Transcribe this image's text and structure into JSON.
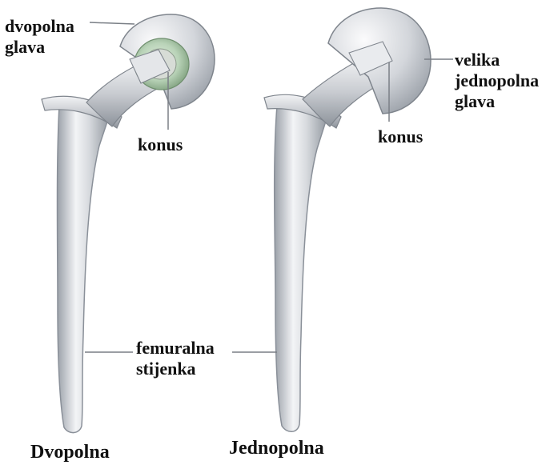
{
  "labels": {
    "left_head": [
      "dvopolna",
      "glava"
    ],
    "left_cone": "konus",
    "stem": [
      "femuralna",
      "stijenka"
    ],
    "right_head": [
      "velika",
      "jednopolna",
      "glava"
    ],
    "right_cone": "konus"
  },
  "titles": {
    "left": "Dvopolna",
    "right": "Jednopolna"
  },
  "colors": {
    "metal_light": "#eef0f3",
    "metal_mid": "#c4c8cf",
    "metal_dark": "#8a9099",
    "bipolar_liner": "#b9d3b8",
    "leader_line": "#7a7f86"
  }
}
